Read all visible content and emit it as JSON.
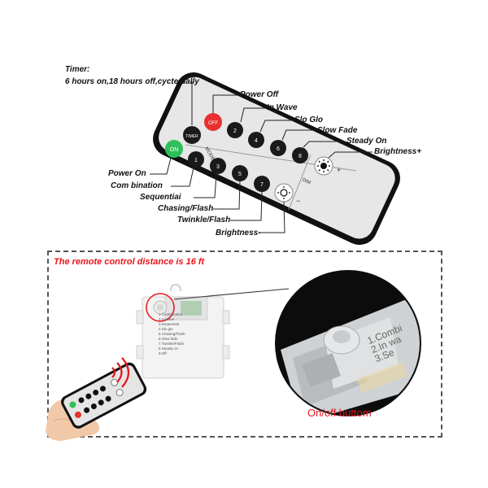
{
  "timer": {
    "title": "Timer:",
    "detail": "6 hours on,18 hours off,cycte dally"
  },
  "remote_labels": {
    "power_off": "Power Off",
    "in_wave": "In Wave",
    "slo_glo": "Slo Glo",
    "slow_fade": "Slow  Fade",
    "steady_on": "Steady On",
    "brightness_plus": "Brightness+",
    "power_on": "Power On",
    "combination": "Com bination",
    "sequential": "Sequentiai",
    "chasing_flash": "Chasing/Flash",
    "twinkle_flash": "Twinkle/Flash",
    "brightness_minus": "Brightness-"
  },
  "remote_keys": {
    "timer": "TIMER",
    "off": "OFF",
    "on": "ON",
    "mode": "MODE",
    "dim": "DIM",
    "plus": "+",
    "minus": "−",
    "numbers": [
      "1",
      "2",
      "3",
      "4",
      "5",
      "6",
      "7",
      "8"
    ]
  },
  "bottom": {
    "distance_caption": "The remote control distance is 16 ft",
    "onoff_caption": "On/off buttom"
  },
  "battery_box_print": [
    "1.Combination",
    "2.In wave",
    "3.Sequential",
    "4.Slo glo",
    "5.Chasing/Flash",
    "6.Slow fade",
    "7.Twinkle/Flash",
    "8.Steady on",
    "9.Off"
  ],
  "zoom_print": [
    "1.Combi",
    "2.In wa",
    "3.Se"
  ],
  "colors": {
    "accent_red": "#e8141b",
    "on_green": "#2fbf5a",
    "off_red": "#e83030",
    "remote_body": "#e6e6e6",
    "remote_frame": "#111111"
  },
  "icons": [
    "sun-plus-icon",
    "sun-minus-icon",
    "signal-wave-icon",
    "hand-icon"
  ]
}
